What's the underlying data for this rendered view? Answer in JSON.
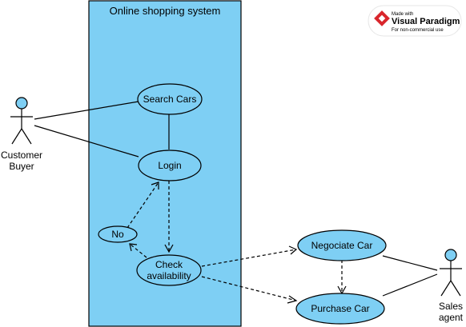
{
  "diagram": {
    "system_boundary": {
      "label": "Online shopping system"
    },
    "actors": {
      "customer": {
        "label_line1": "Customer",
        "label_line2": "Buyer"
      },
      "sales": {
        "label_line1": "Sales",
        "label_line2": "agent"
      }
    },
    "use_cases": {
      "search_cars": "Search Cars",
      "login": "Login",
      "no": "No",
      "check_line1": "Check",
      "check_line2": "availability",
      "negociate": "Negociate Car",
      "purchase": "Purchase Car"
    },
    "colors": {
      "system_fill": "#7ecff4",
      "use_case_fill": "#7ecff4",
      "actor_head_fill": "#7ecff4",
      "stroke": "#000000"
    }
  },
  "watermark": {
    "made_with": "Made with",
    "brand": "Visual Paradigm",
    "note": "For non-commercial use"
  }
}
